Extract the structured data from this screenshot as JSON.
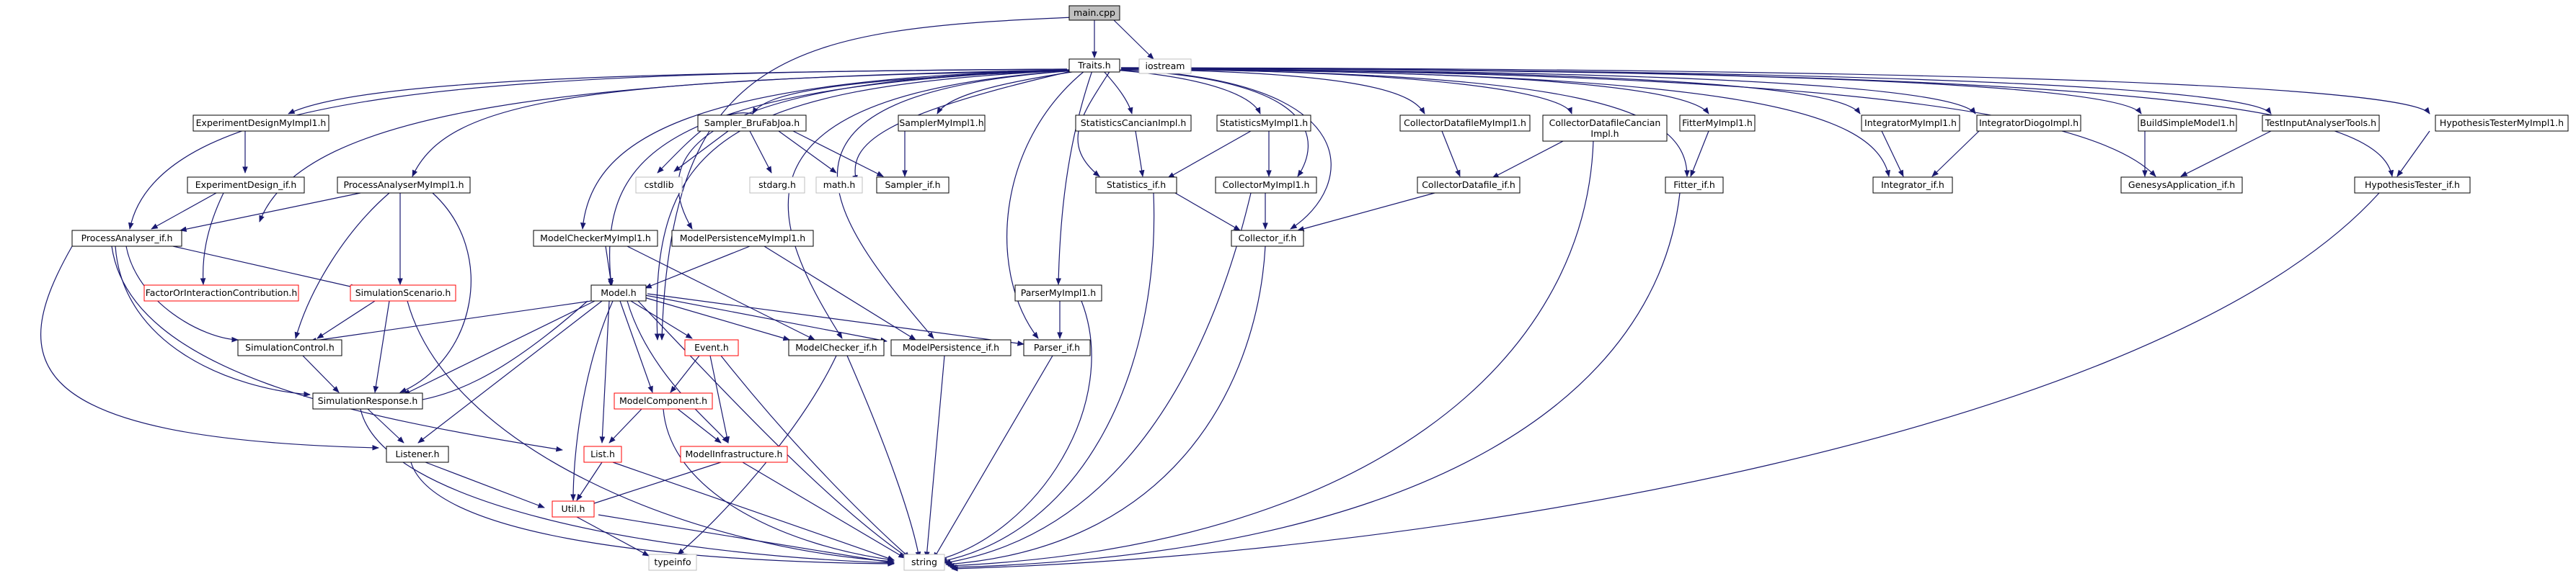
{
  "graph_type": "include dependency graph",
  "colors": {
    "background": "#ffffff",
    "edge": "#191970",
    "root_fill": "#bfbfbf",
    "node_border": "#000000",
    "truncated_border": "#ff0000",
    "system_border": "#bfbfbf"
  },
  "nodes": {
    "main": "main.cpp",
    "iostream": "iostream",
    "traits": "Traits.h",
    "exp_design_my": "ExperimentDesignMyImpl1.h",
    "exp_design_if": "ExperimentDesign_if.h",
    "proc_analyser_my": "ProcessAnalyserMyImpl1.h",
    "proc_analyser_if": "ProcessAnalyser_if.h",
    "factor": "FactorOrInteractionContribution.h",
    "sim_scenario": "SimulationScenario.h",
    "sim_control": "SimulationControl.h",
    "sim_response": "SimulationResponse.h",
    "listener": "Listener.h",
    "cstdlib": "cstdlib",
    "sampler_bfj": "Sampler_BruFabJoa.h",
    "stdarg": "stdarg.h",
    "math": "math.h",
    "sampler_my": "SamplerMyImpl1.h",
    "sampler_if": "Sampler_if.h",
    "model_checker_my": "ModelCheckerMyImpl1.h",
    "model_persist_my": "ModelPersistenceMyImpl1.h",
    "model": "Model.h",
    "event": "Event.h",
    "model_checker_if": "ModelChecker_if.h",
    "model_persist_if": "ModelPersistence_if.h",
    "model_component": "ModelComponent.h",
    "model_infra": "ModelInfrastructure.h",
    "list": "List.h",
    "util": "Util.h",
    "typeinfo": "typeinfo",
    "string": "string",
    "stats_cancian": "StatisticsCancianImpl.h",
    "stats_my": "StatisticsMyImpl1.h",
    "stats_if": "Statistics_if.h",
    "parser_my": "ParserMyImpl1.h",
    "parser_if": "Parser_if.h",
    "collector_my": "CollectorMyImpl1.h",
    "collector_if": "Collector_if.h",
    "collector_df_my": "CollectorDatafileMyImpl1.h",
    "collector_df_cancian_1": "CollectorDatafileCancian",
    "collector_df_cancian_2": "Impl.h",
    "collector_df_if": "CollectorDatafile_if.h",
    "fitter_my": "FitterMyImpl1.h",
    "fitter_if": "Fitter_if.h",
    "integrator_my": "IntegratorMyImpl1.h",
    "integrator_diogo": "IntegratorDiogoImpl.h",
    "integrator_if": "Integrator_if.h",
    "build_simple": "BuildSimpleModel1.h",
    "test_input": "TestInputAnalyserTools.h",
    "genesys_app": "GenesysApplication_if.h",
    "hyp_tester_my": "HypothesisTesterMyImpl1.h",
    "hyp_tester_if": "HypothesisTester_if.h"
  }
}
